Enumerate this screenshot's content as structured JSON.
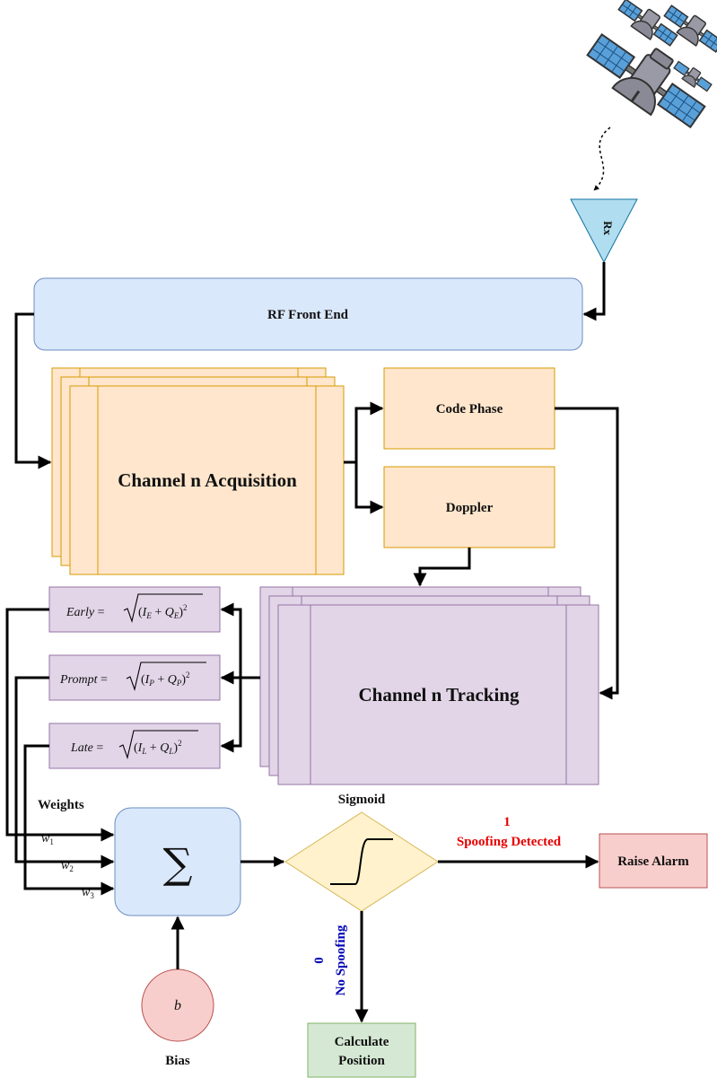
{
  "receiver": {
    "label": "Rx"
  },
  "front_end": {
    "label": "RF Front End"
  },
  "acquisition": {
    "label": "Channel n Acquisition"
  },
  "code_phase": {
    "label": "Code Phase"
  },
  "doppler": {
    "label": "Doppler"
  },
  "tracking": {
    "label": "Channel n Tracking"
  },
  "correlators": {
    "early": {
      "name": "Early",
      "sub": "E"
    },
    "prompt": {
      "name": "Prompt",
      "sub": "P"
    },
    "late": {
      "name": "Late",
      "sub": "L"
    }
  },
  "weights": {
    "title": "Weights",
    "w1": {
      "base": "w",
      "sub": "1"
    },
    "w2": {
      "base": "w",
      "sub": "2"
    },
    "w3": {
      "base": "w",
      "sub": "3"
    }
  },
  "summation": {
    "symbol": "∑"
  },
  "bias": {
    "symbol": "b",
    "label": "Bias"
  },
  "sigmoid": {
    "label": "Sigmoid"
  },
  "outcome_spoof": {
    "value": "1",
    "label": "Spoofing Detected",
    "color": "#e60000"
  },
  "outcome_clean": {
    "value": "0",
    "label": "No Spoofing",
    "color": "#0000b3"
  },
  "alarm": {
    "label": "Raise Alarm"
  },
  "position": {
    "line1": "Calculate",
    "line2": "Position"
  },
  "colors": {
    "blue_fill": "#dae8fc",
    "blue_stroke": "#6c8ebf",
    "orange_fill": "#ffe6cc",
    "orange_stroke": "#d79b00",
    "purple_fill": "#e1d5e7",
    "purple_stroke": "#9673a6",
    "yellow_fill": "#fff2cc",
    "yellow_stroke": "#d6b656",
    "red_fill": "#f8cecc",
    "red_stroke": "#b85450",
    "green_fill": "#d5e8d4",
    "green_stroke": "#82b366"
  }
}
